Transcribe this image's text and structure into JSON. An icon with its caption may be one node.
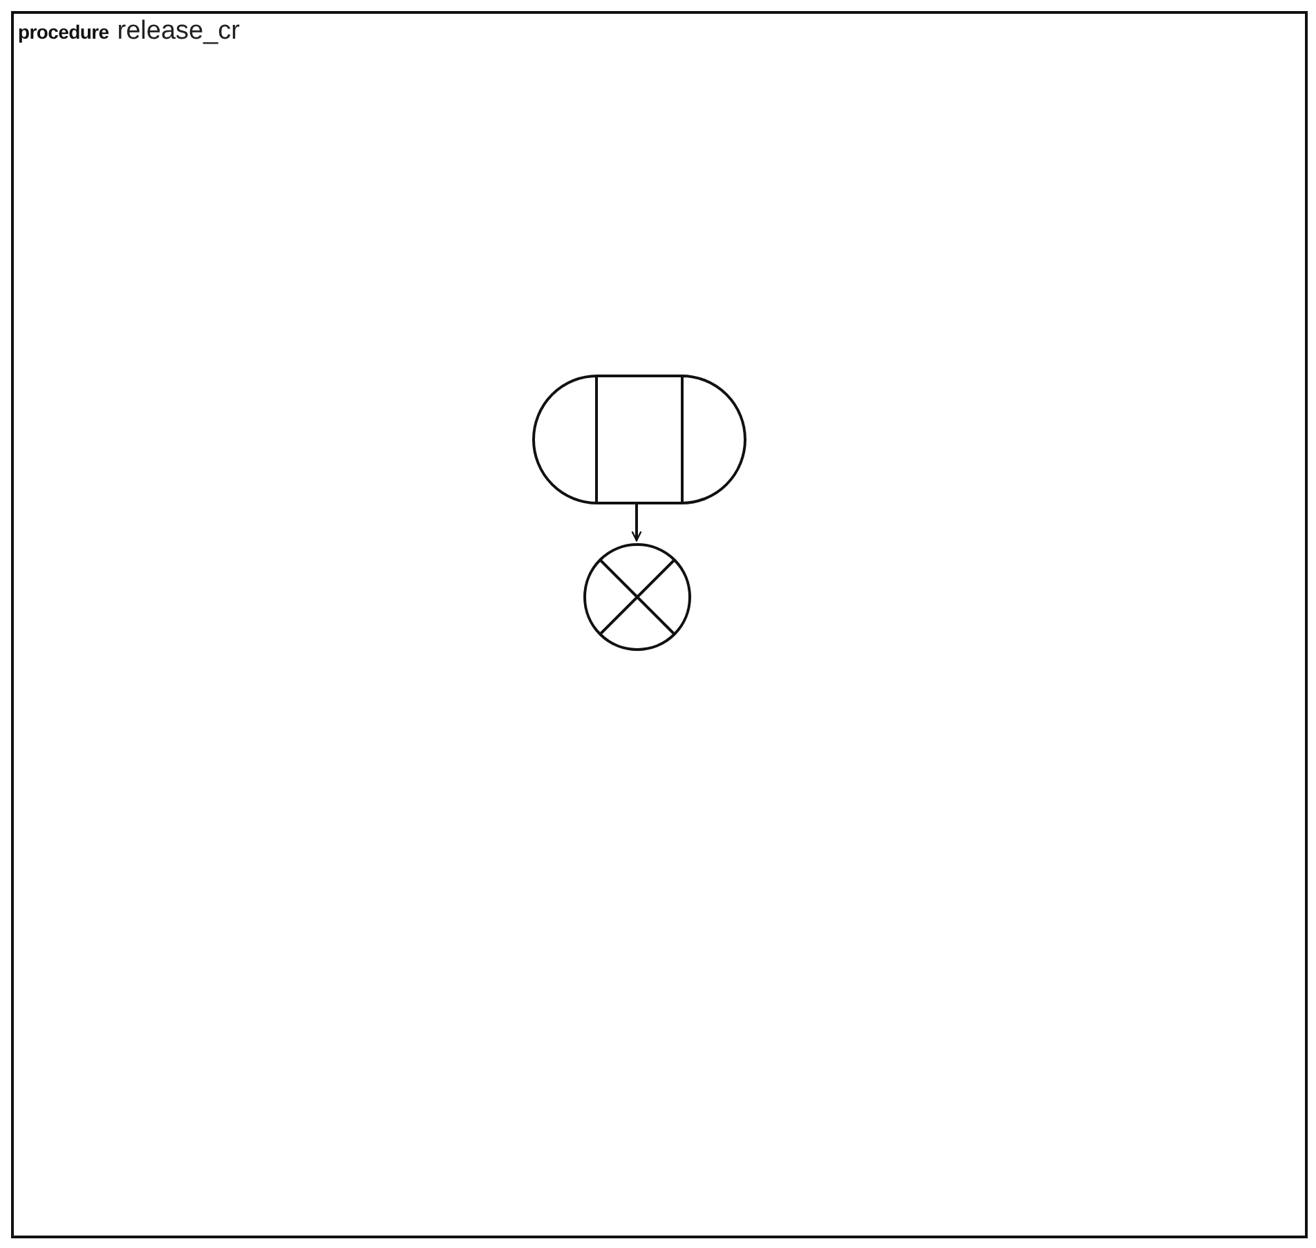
{
  "diagram": {
    "nodes": [
      {
        "text": [
          "procedure",
          "release_cr"
        ]
      },
      {
        "text": [],
        "shape": "box",
        "in": 0
      },
      {
        "text": [],
        "shape": "circle",
        "in": 0
      }
    ],
    "edges": [
      {
        "from": 1,
        "to": 2,
        "arrow": "to"
      }
    ]
  }
}
